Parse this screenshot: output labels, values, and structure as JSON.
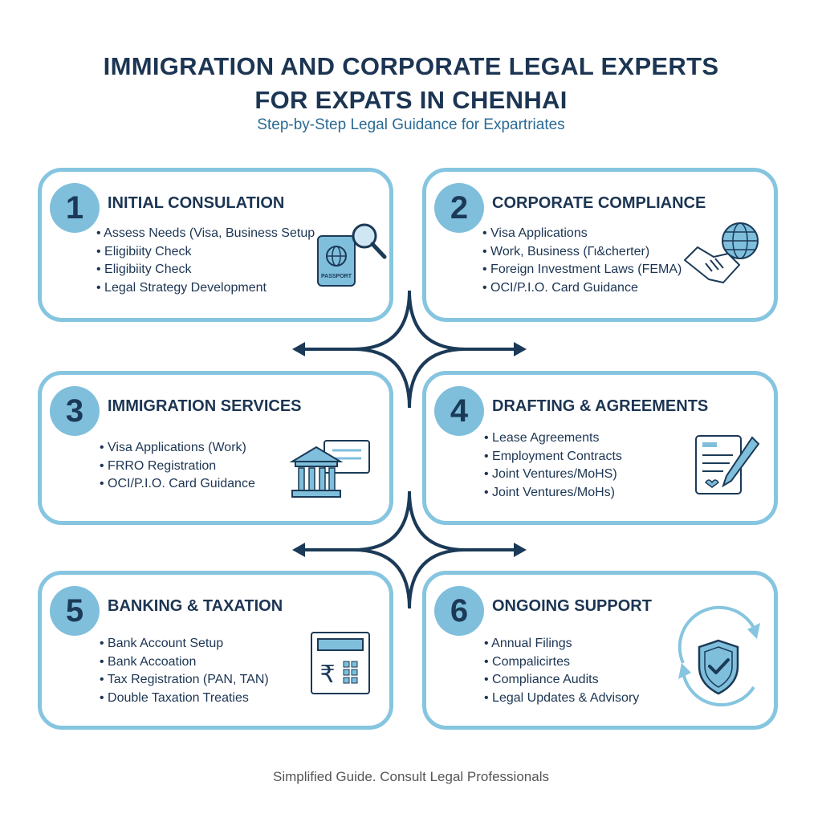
{
  "header": {
    "title_line1": "IMMIGRATION AND CORPORATE LEGAL EXPERTS",
    "title_line2": "FOR EXPATS IN CHENHAI",
    "subtitle": "Step-by-Step Legal Guidance for Expartriates"
  },
  "steps": [
    {
      "number": "1",
      "title": "INITIAL CONSULATION",
      "items": [
        "Assess Needs (Visa, Business Setup",
        "Eligibiity Check",
        "Eligibiity Check",
        "Legal Strategy Development"
      ],
      "icon": "passport-magnifier-icon",
      "icon_label": "PASSPORT"
    },
    {
      "number": "2",
      "title": "CORPORATE COMPLIANCE",
      "items": [
        "Visa Applications",
        "Work, Business (Γι&cherter)",
        "Foreign Investment Laws (FEMA)",
        "OCI/P.I.O. Card Guidance"
      ],
      "icon": "handshake-globe-icon"
    },
    {
      "number": "3",
      "title": "IMMIGRATION SERVICES",
      "items": [
        "Visa Applications (Work)",
        "FRRO Registration",
        "OCI/P.I.O. Card Guidance"
      ],
      "icon": "government-building-icon"
    },
    {
      "number": "4",
      "title": "DRAFTING & AGREEMENTS",
      "items": [
        "Lease Agreements",
        "Employment Contracts",
        "Joint Ventures/MoHS)",
        "Joint Ventures/MoHs)"
      ],
      "icon": "document-pen-icon"
    },
    {
      "number": "5",
      "title": "BANKING & TAXATION",
      "items": [
        "Bank Account Setup",
        "Bank Accoation",
        "Tax Registration (PAN, TAN)",
        "Double Taxation Treaties"
      ],
      "icon": "rupee-calculator-icon"
    },
    {
      "number": "6",
      "title": "ONGOING SUPPORT",
      "items": [
        "Annual Filings",
        "Compalicirtes",
        "Compliance Audits",
        "Legal Updates & Advisory"
      ],
      "icon": "shield-check-cycle-icon"
    }
  ],
  "footer": "Simplified Guide. Consult Legal Professionals",
  "colors": {
    "navy": "#1c3553",
    "accent": "#86c5e0",
    "circle": "#7fbfdc",
    "subtitle": "#2a6a94"
  }
}
